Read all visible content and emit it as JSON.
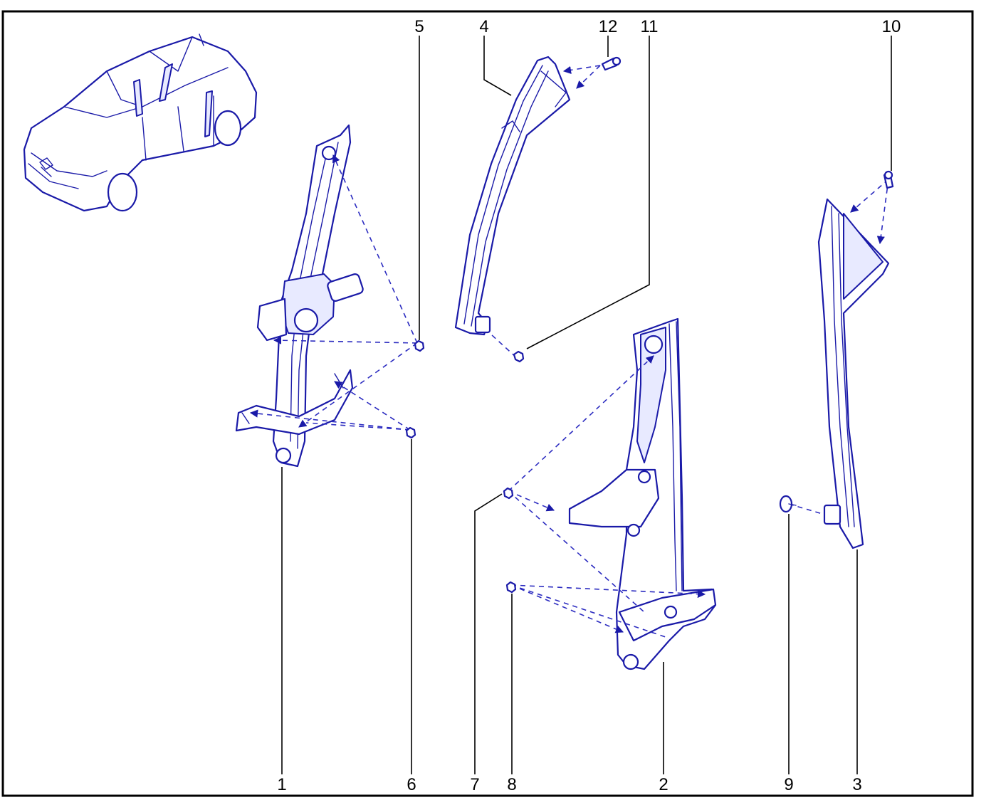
{
  "diagram": {
    "callouts": [
      {
        "id": "1",
        "label": "1"
      },
      {
        "id": "2",
        "label": "2"
      },
      {
        "id": "3",
        "label": "3"
      },
      {
        "id": "4",
        "label": "4"
      },
      {
        "id": "5",
        "label": "5"
      },
      {
        "id": "6",
        "label": "6"
      },
      {
        "id": "7",
        "label": "7"
      },
      {
        "id": "8",
        "label": "8"
      },
      {
        "id": "9",
        "label": "9"
      },
      {
        "id": "10",
        "label": "10"
      },
      {
        "id": "11",
        "label": "11"
      },
      {
        "id": "12",
        "label": "12"
      }
    ],
    "colors": {
      "line_art": "#1a1aa8",
      "fill_tint": "#e8eaff",
      "frame": "#000000",
      "background": "#ffffff"
    }
  }
}
